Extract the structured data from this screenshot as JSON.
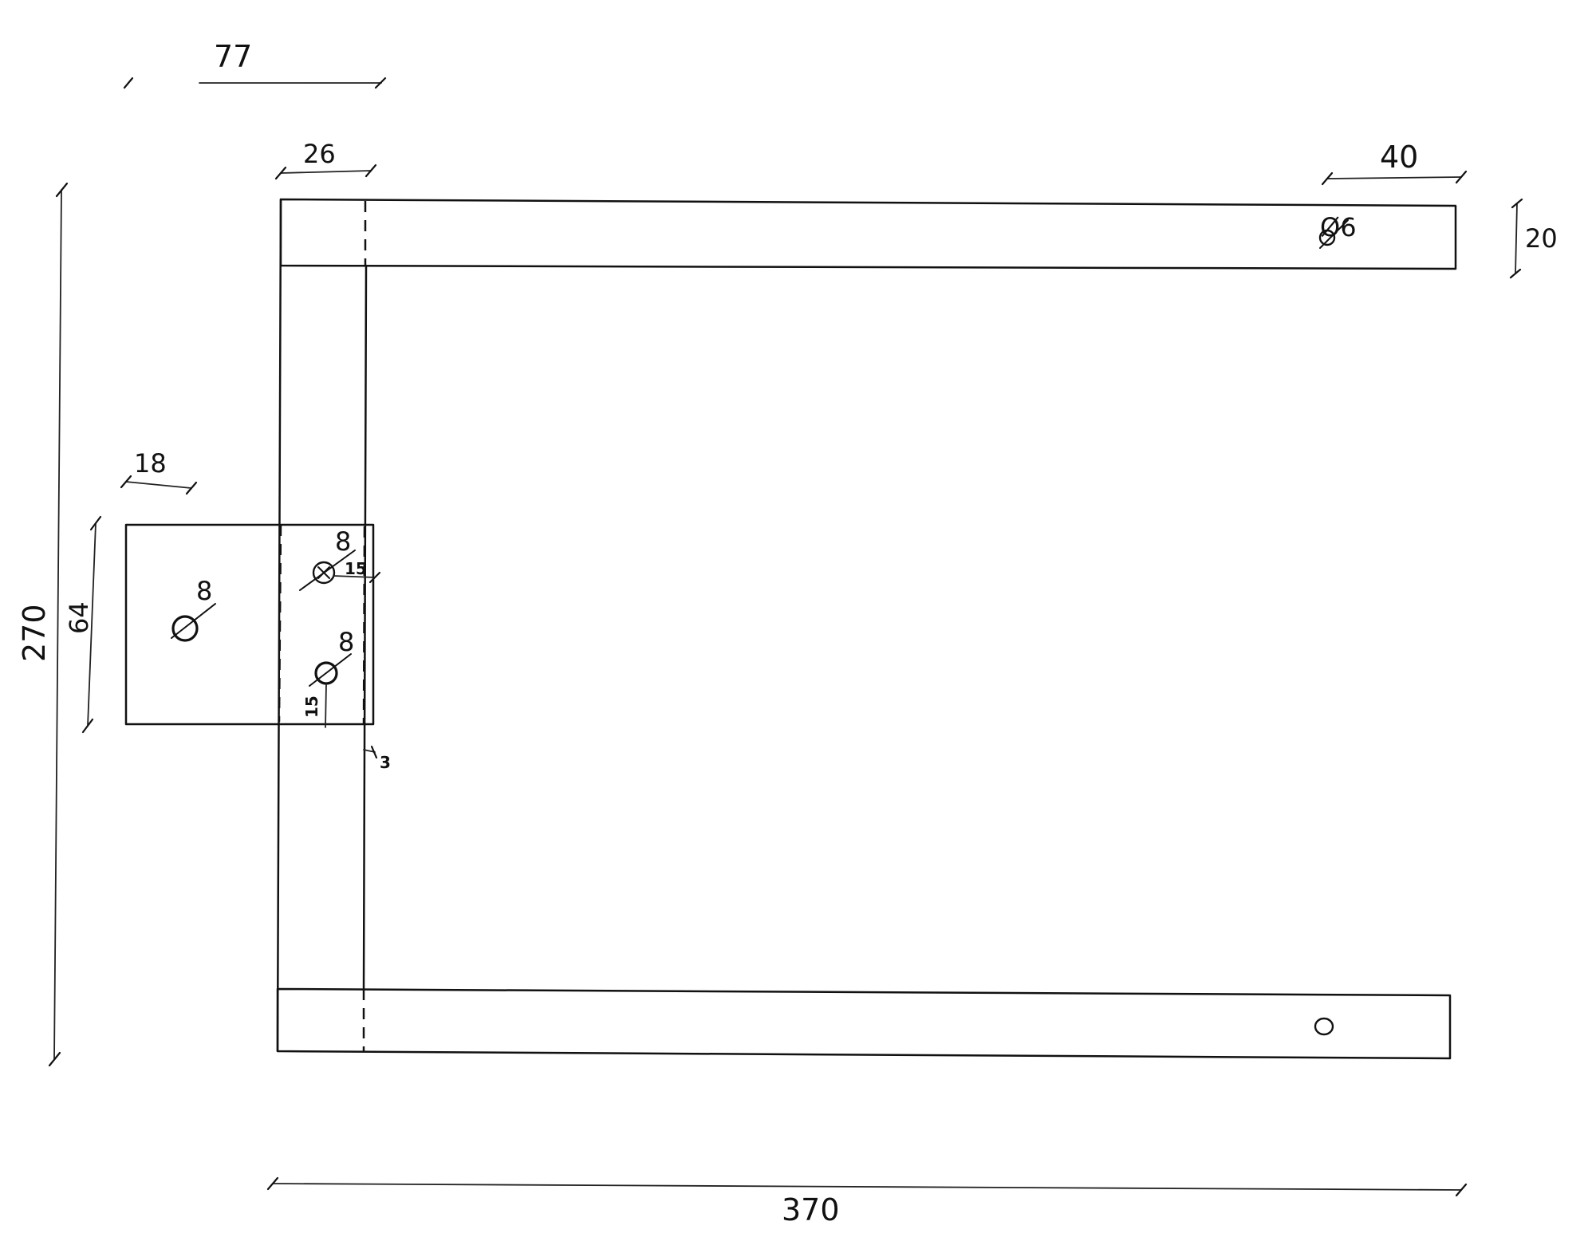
{
  "dimensions": {
    "top_offset": "77",
    "left_bar_width": "26",
    "hole_from_end": "40",
    "bar_thickness": "20",
    "total_height": "270",
    "bracket_width": "18",
    "bracket_height": "64",
    "total_length": "370",
    "hole_edge_offset_top": "15",
    "hole_edge_offset_bottom": "15",
    "gap": "3"
  },
  "holes": {
    "top_bar_hole": "Ø6",
    "bracket_hole_left": "8",
    "bracket_hole_upper": "8",
    "bracket_hole_lower": "8"
  }
}
